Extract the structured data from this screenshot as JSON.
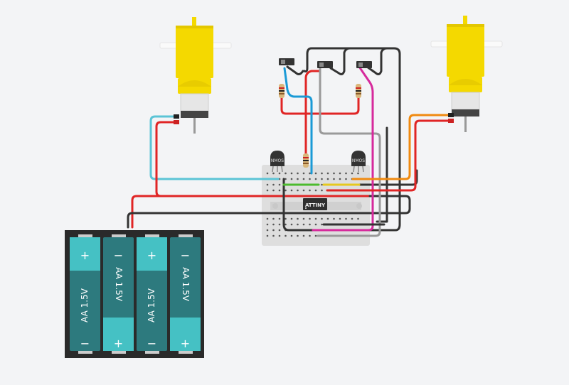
{
  "canvas": {
    "background": "#f3f4f6"
  },
  "components": {
    "motor_left": {
      "type": "DC Hobby Gearmotor"
    },
    "motor_right": {
      "type": "DC Hobby Gearmotor"
    },
    "breadboard": {
      "type": "Breadboard Small"
    },
    "microcontroller": {
      "label": "ATTINY"
    },
    "transistor_left": {
      "label": "NMOS"
    },
    "transistor_right": {
      "label": "NMOS"
    },
    "switches": [
      {
        "name": "switch-1"
      },
      {
        "name": "switch-2"
      },
      {
        "name": "switch-3"
      }
    ],
    "resistors": [
      {
        "name": "resistor-1"
      },
      {
        "name": "resistor-2"
      },
      {
        "name": "resistor-3"
      }
    ],
    "battery_pack": {
      "cells": [
        {
          "label": "AA 1.5V",
          "top": "+",
          "bottom": "−"
        },
        {
          "label": "AA 1.5V",
          "top": "−",
          "bottom": "+"
        },
        {
          "label": "AA 1.5V",
          "top": "+",
          "bottom": "−"
        },
        {
          "label": "AA 1.5V",
          "top": "−",
          "bottom": "+"
        }
      ]
    }
  },
  "colors": {
    "wire_red": "#e02525",
    "wire_black": "#333333",
    "wire_cyan": "#5bc4d6",
    "wire_blue": "#1a9ad6",
    "wire_orange": "#f08a10",
    "wire_green": "#4cbb2e",
    "wire_yellow": "#e6c81e",
    "wire_magenta": "#d62a9c",
    "wire_gray": "#9a9a9a",
    "motor_yellow": "#f4d900",
    "battery_dark": "#2d7a7e",
    "battery_light": "#45c1c4"
  }
}
